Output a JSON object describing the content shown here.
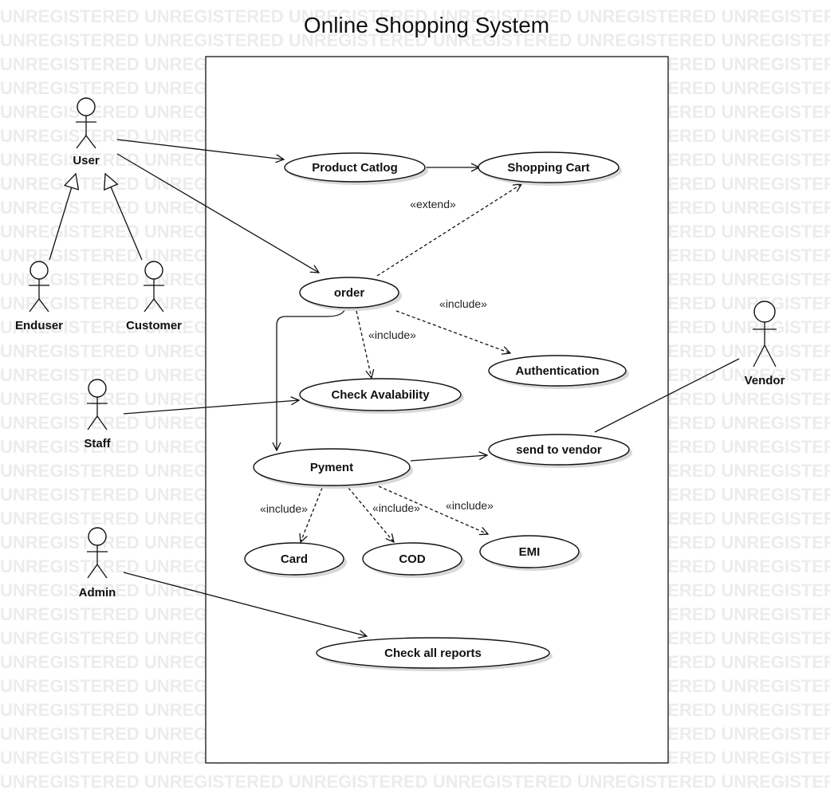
{
  "diagram": {
    "title": "Online Shopping System",
    "watermark_text": "UNREGISTERED",
    "actors": {
      "user": "User",
      "enduser": "Enduser",
      "customer": "Customer",
      "staff": "Staff",
      "admin": "Admin",
      "vendor": "Vendor"
    },
    "use_cases": {
      "product_catalog": "Product Catlog",
      "shopping_cart": "Shopping Cart",
      "order": "order",
      "authentication": "Authentication",
      "check_availability": "Check Avalability",
      "payment": "Pyment",
      "send_to_vendor": "send to vendor",
      "card": "Card",
      "cod": "COD",
      "emi": "EMI",
      "check_all_reports": "Check all reports"
    },
    "stereotypes": {
      "extend": "«extend»",
      "include": "«include»"
    }
  }
}
